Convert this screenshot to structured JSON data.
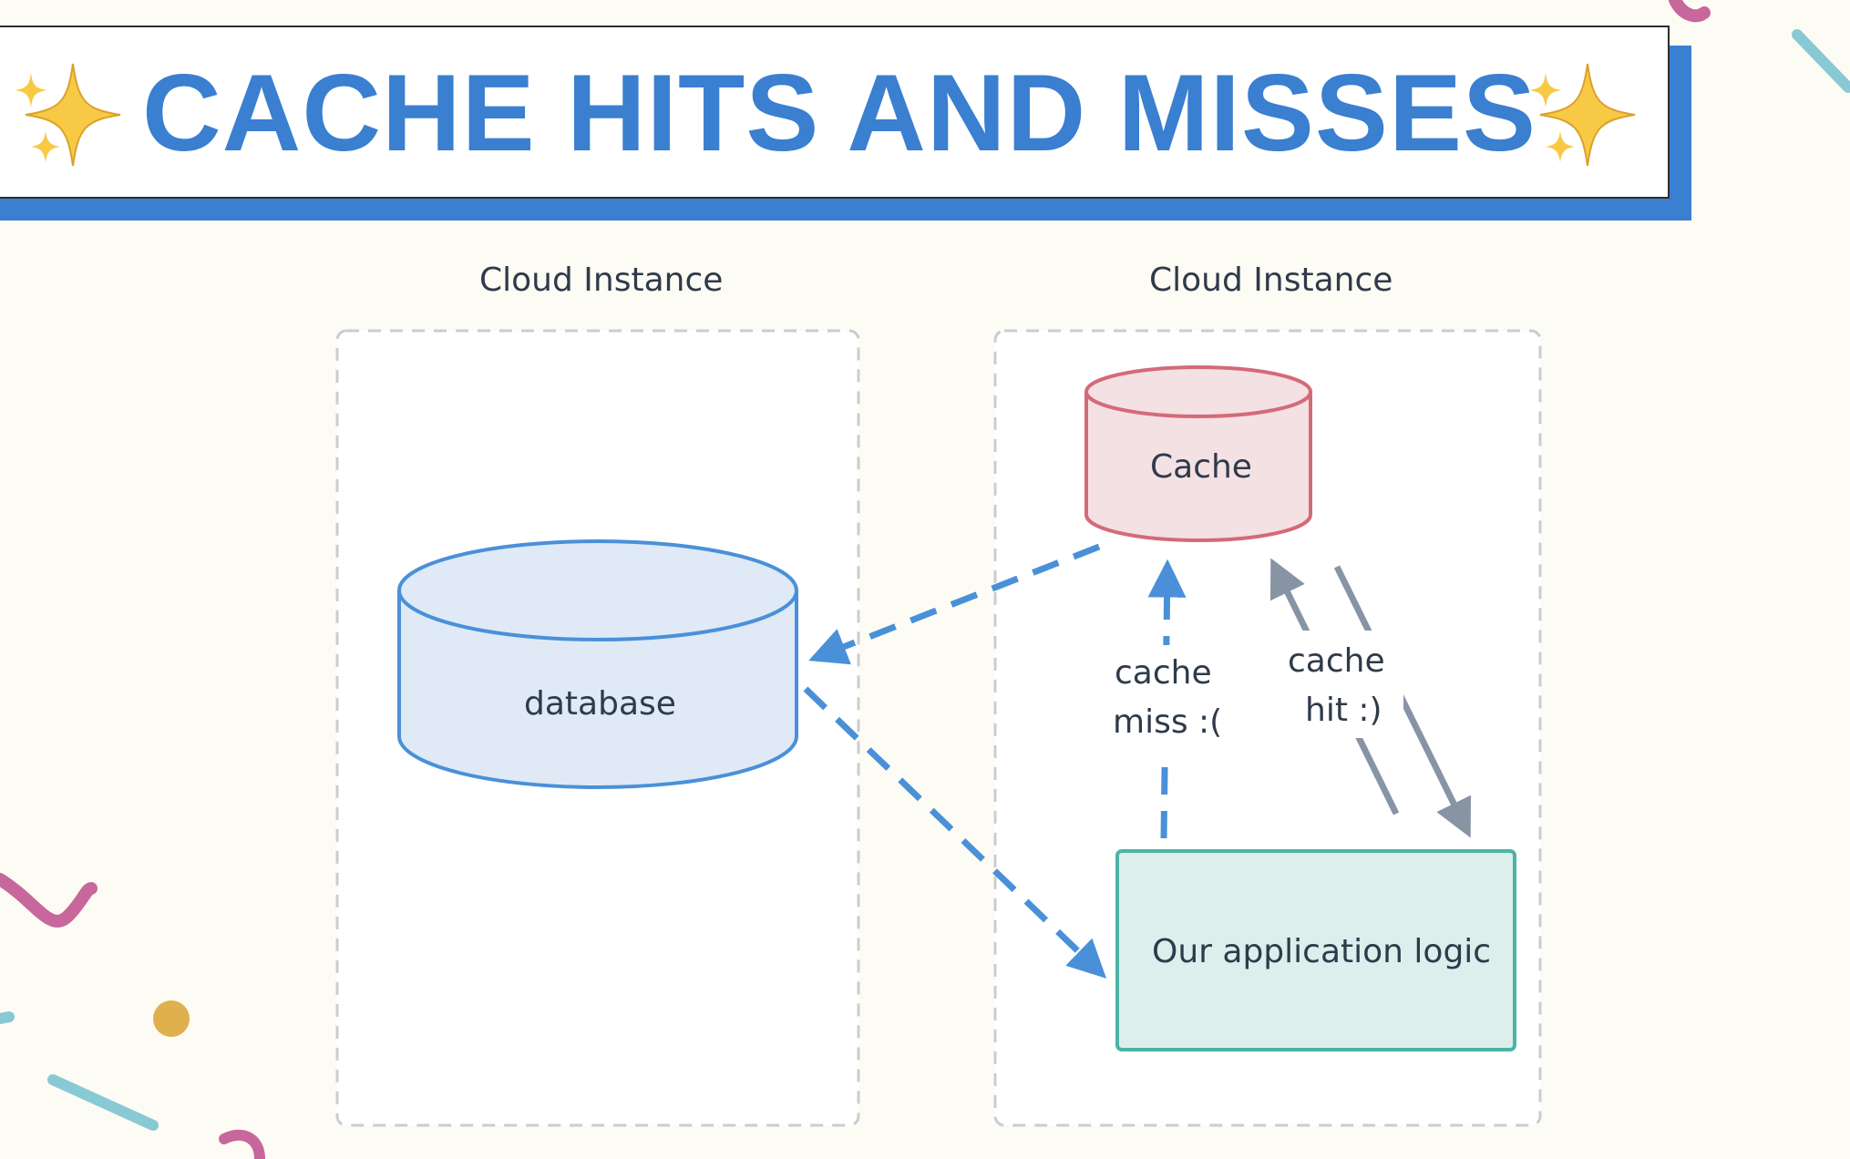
{
  "title": "CACHE HITS AND MISSES",
  "panels": [
    {
      "label": "Cloud Instance"
    },
    {
      "label": "Cloud Instance"
    }
  ],
  "nodes": {
    "database": "database",
    "cache": "Cache",
    "app": "Our application logic"
  },
  "edges": {
    "miss_label": [
      "cache",
      "miss :("
    ],
    "hit_label": [
      "cache",
      "hit :)"
    ]
  },
  "colors": {
    "accent_blue": "#3a7fd0",
    "arrow_blue": "#4a90d9",
    "arrow_gray": "#8794a4",
    "db_fill": "#dfeaf6",
    "db_stroke": "#4a90d9",
    "cache_fill": "#f4e1e4",
    "cache_stroke": "#d46a78",
    "app_fill": "#dcefed",
    "app_stroke": "#4db3a8",
    "panel_border": "#c9cdd3",
    "sparkle": "#f5c242",
    "confetti_pink": "#c8679b",
    "confetti_teal": "#88c9d4",
    "confetti_gold": "#e0b04e"
  },
  "icons": [
    "sparkle-icon",
    "sparkle-icon"
  ]
}
